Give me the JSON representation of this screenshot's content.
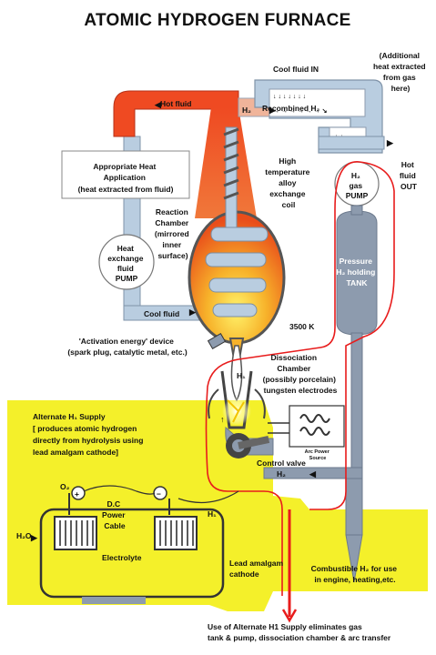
{
  "title": "ATOMIC HYDROGEN FURNACE",
  "labels": {
    "cool_fluid_in": "Cool fluid IN",
    "additional_heat": [
      "(Additional",
      "heat extracted",
      "from gas",
      "here)"
    ],
    "hot_fluid_top": "Hot fluid",
    "h2_top": "H₂",
    "recombined_h2": "Recombined H₂",
    "hot_fluid_out": [
      "Hot",
      "fluid",
      "OUT"
    ],
    "heat_application": [
      "Appropriate Heat",
      "Application",
      "(heat extracted from fluid)"
    ],
    "high_temp_coil": [
      "High",
      "temperature",
      "alloy",
      "exchange",
      "coil"
    ],
    "h2_gas_pump": [
      "H₂",
      "gas",
      "PUMP"
    ],
    "reaction_chamber": [
      "Reaction",
      "Chamber",
      "(mirrored",
      "inner",
      "surface)"
    ],
    "heat_exchange_pump": [
      "Heat",
      "exchange",
      "fluid",
      "PUMP"
    ],
    "pressure_tank": [
      "Pressure",
      "H₂ holding",
      "TANK"
    ],
    "cool_fluid": "Cool fluid",
    "temperature": "3500 K",
    "activation_device": [
      "'Activation energy' device",
      "(spark plug, catalytic metal, etc.)"
    ],
    "dissociation_chamber": [
      "Dissociation",
      "Chamber",
      "(possibly porcelain)",
      "tungsten electrodes"
    ],
    "h1_label": "H₁",
    "arc_power": [
      "Arc Power",
      "Source"
    ],
    "control_valve": "Control valve",
    "h2_bottom": "H₂",
    "alternate_supply": [
      "Alternate H₁ Supply",
      "[ produces atomic hydrogen",
      "directly from hydrolysis using",
      "lead amalgam cathode]"
    ],
    "o2": "O₂",
    "plus": "+",
    "minus": "−",
    "dc_power": [
      "D.C",
      "Power",
      "Cable"
    ],
    "h1_right": "H₁",
    "h2o": "H₂O",
    "electrolyte": "Electrolyte",
    "lead_amalgam": [
      "Lead amalgam",
      "cathode"
    ],
    "combustible": [
      "Combustible H₂ for use",
      "in engine, heating,etc."
    ],
    "footer": [
      "Use of Alternate H1 Supply eliminates gas",
      "tank & pump, dissociation chamber & arc transfer"
    ]
  },
  "colors": {
    "hot": "#e8401c",
    "cool": "#b9cde0",
    "gas_pipe": "#8d9bae",
    "yellow": "#f4f02a",
    "red_line": "#e81c1c"
  }
}
